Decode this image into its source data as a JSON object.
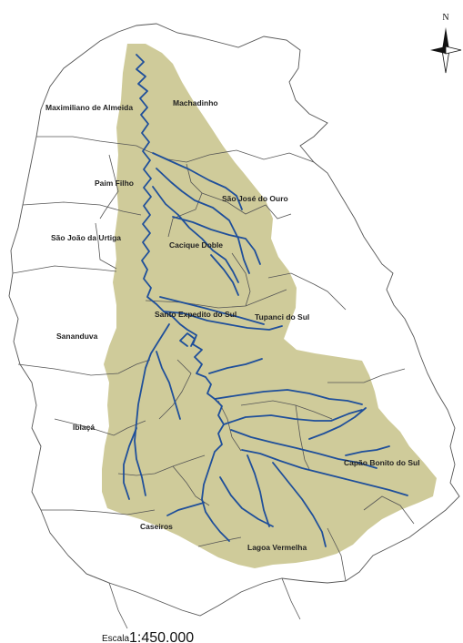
{
  "map": {
    "municipalities": [
      {
        "id": "maximiliano",
        "label": "Maximiliano de Almeida"
      },
      {
        "id": "machadinho",
        "label": "Machadinho"
      },
      {
        "id": "paim-filho",
        "label": "Paim Filho"
      },
      {
        "id": "sao-jose-do-ouro",
        "label": "São José do Ouro"
      },
      {
        "id": "sao-joao-da-urtiga",
        "label": "São João da Urtiga"
      },
      {
        "id": "cacique-doble",
        "label": "Cacique Doble"
      },
      {
        "id": "santo-expedito-do-sul",
        "label": "Santo Expedito do Sul"
      },
      {
        "id": "tupanci-do-sul",
        "label": "Tupanci do Sul"
      },
      {
        "id": "sananduva",
        "label": "Sananduva"
      },
      {
        "id": "ibiaca",
        "label": "Ibiaçá"
      },
      {
        "id": "capao-bonito-do-sul",
        "label": "Capão Bonito do Sul"
      },
      {
        "id": "caseiros",
        "label": "Caseiros"
      },
      {
        "id": "lagoa-vermelha",
        "label": "Lagoa Vermelha"
      }
    ],
    "north_label": "N",
    "scale_word": "Escala",
    "scale_value": "1:450.000",
    "colors": {
      "basin_fill": "#cfcb9a",
      "river": "#1f4f9a",
      "boundary": "#555555",
      "background": "#ffffff"
    }
  }
}
